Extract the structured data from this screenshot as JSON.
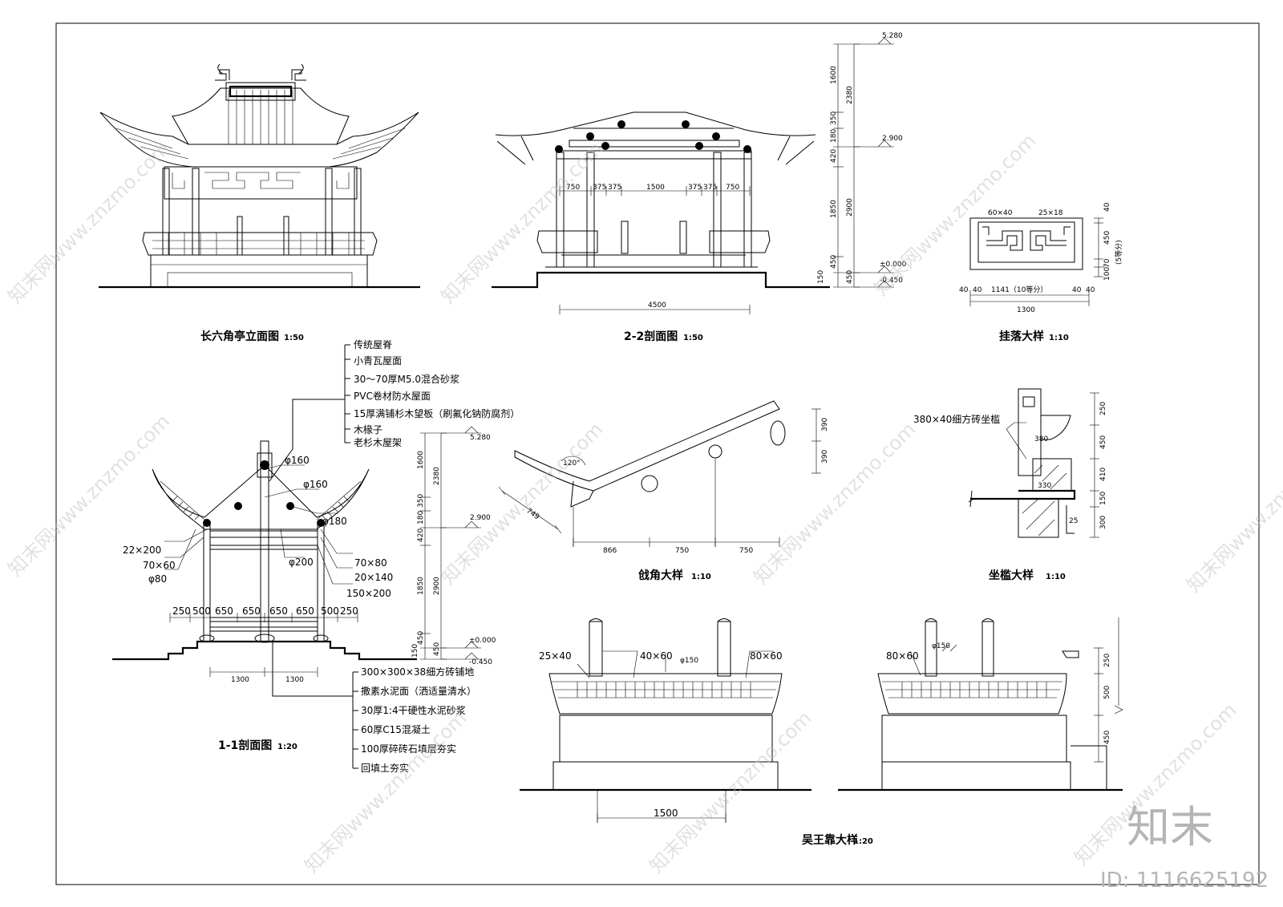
{
  "elevation": {
    "title": "长六角亭立面图",
    "scale": "1:50"
  },
  "section22": {
    "title": "2-2剖面图",
    "scale": "1:50",
    "dims": [
      "750",
      "375",
      "375",
      "1500",
      "375",
      "375",
      "750"
    ],
    "overall": "4500",
    "heights_outer": [
      "1600",
      "350",
      "180",
      "420",
      "1850",
      "450",
      "150"
    ],
    "heights_inner": [
      "2380",
      "2900",
      "450"
    ],
    "levels": [
      "5.280",
      "2.900",
      "±0.000",
      "-0.450"
    ]
  },
  "hanging": {
    "title": "挂落大样",
    "scale": "1:10",
    "labels": [
      "60×40",
      "25×18"
    ],
    "bottom_dims": [
      "40",
      "40",
      "1141（10等分）",
      "40",
      "40"
    ],
    "overall": "1300",
    "right_dims": [
      "40",
      "450",
      "70",
      "100"
    ],
    "note": "(5等分)"
  },
  "section11": {
    "title": "1-1剖面图",
    "scale": "1:20",
    "roof_notes": [
      "传统屋脊",
      "小青瓦屋面",
      "30～70厚M5.0混合砂浆",
      "PVC卷材防水屋面",
      "15厚满铺杉木望板（刷氟化钠防腐剂）",
      "木椽子",
      "老杉木屋架"
    ],
    "floor_notes": [
      "300×300×38细方砖铺地",
      "撒素水泥面（洒适量清水）",
      "30厚1:4干硬性水泥砂浆",
      "60厚C15混凝土",
      "100厚碎砖石填层夯实",
      "回填土夯实"
    ],
    "member_labels": [
      "φ160",
      "φ160",
      "φ180",
      "φ200",
      "22×200",
      "70×60",
      "φ80",
      "70×80",
      "20×140",
      "150×200"
    ],
    "dims": [
      "250",
      "500",
      "650",
      "650",
      "650",
      "650",
      "500",
      "250"
    ],
    "base_dims": [
      "1300",
      "1300"
    ],
    "heights_outer": [
      "1600",
      "350",
      "180",
      "420",
      "1850",
      "450",
      "150"
    ],
    "heights_inner": [
      "2380",
      "2900",
      "450"
    ],
    "levels": [
      "5.280",
      "2.900",
      "±0.000",
      "-0.450"
    ]
  },
  "eave": {
    "title": "戗角大样",
    "scale": "1:10",
    "angle": "120°",
    "dims": [
      "866",
      "750",
      "750"
    ],
    "rafter_len": "749",
    "right_dims": [
      "390",
      "390"
    ]
  },
  "seat": {
    "title": "坐槛大样",
    "scale": "1:10",
    "label": "380×40细方砖坐槛",
    "inner_dims": [
      "380",
      "330",
      "25"
    ],
    "right_dims": [
      "250",
      "450",
      "410",
      "150",
      "300"
    ]
  },
  "bench": {
    "title": "吴王靠大样",
    "scale": "1:20",
    "labels_left": [
      "25×40",
      "40×60",
      "φ150",
      "80×60"
    ],
    "labels_right": [
      "80×60",
      "φ150"
    ],
    "span": "1500",
    "right_dims": [
      "250",
      "500",
      "450"
    ]
  },
  "watermark": {
    "text": "知末网www.znzmo.com",
    "logo": "知末",
    "id": "ID: 1116625192"
  }
}
